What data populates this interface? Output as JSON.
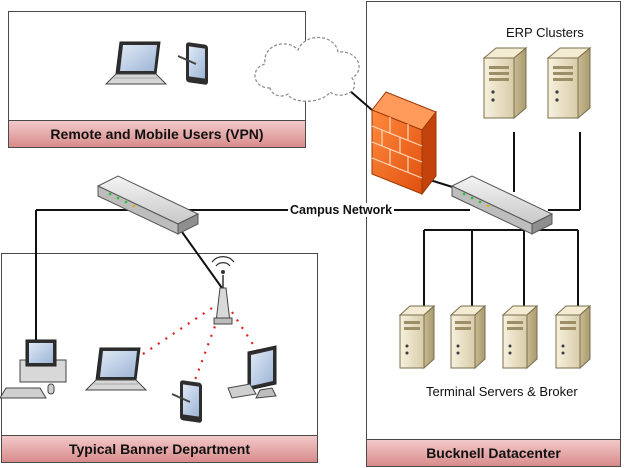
{
  "regions": {
    "remote": "Remote and Mobile Users (VPN)",
    "department": "Typical Banner Department",
    "datacenter": "Bucknell Datacenter"
  },
  "labels": {
    "erp": "ERP Clusters",
    "campus_network": "Campus Network",
    "terminal": "Terminal Servers & Broker"
  },
  "colors": {
    "label_bar_top": "#f2c9c9",
    "label_bar_bottom": "#d98b8b",
    "firewall": "#f26522",
    "wireless_link": "#e02020",
    "server_body": "#efe6cc",
    "network_line": "#111111"
  },
  "icons": [
    "laptop-icon",
    "tablet-icon",
    "cloud-icon",
    "firewall-icon",
    "switch-icon",
    "wireless-ap-icon",
    "desktop-pc-icon",
    "monitor-icon",
    "server-icon"
  ]
}
